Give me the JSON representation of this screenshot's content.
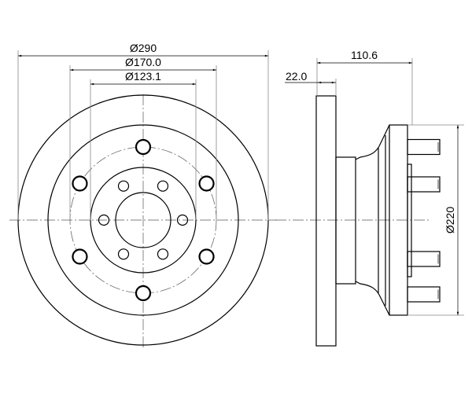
{
  "drawing": {
    "front_view": {
      "outer_diameter": "Ø290",
      "bolt_circle_diameter": "Ø170.0",
      "hub_diameter": "Ø123.1",
      "bolt_hole_count": 6,
      "hub_hole_count": 6
    },
    "side_view": {
      "total_height": "110.6",
      "disc_thickness": "22.0",
      "flange_diameter": "Ø220",
      "stud_count": 4
    },
    "line_color": "#000000"
  }
}
